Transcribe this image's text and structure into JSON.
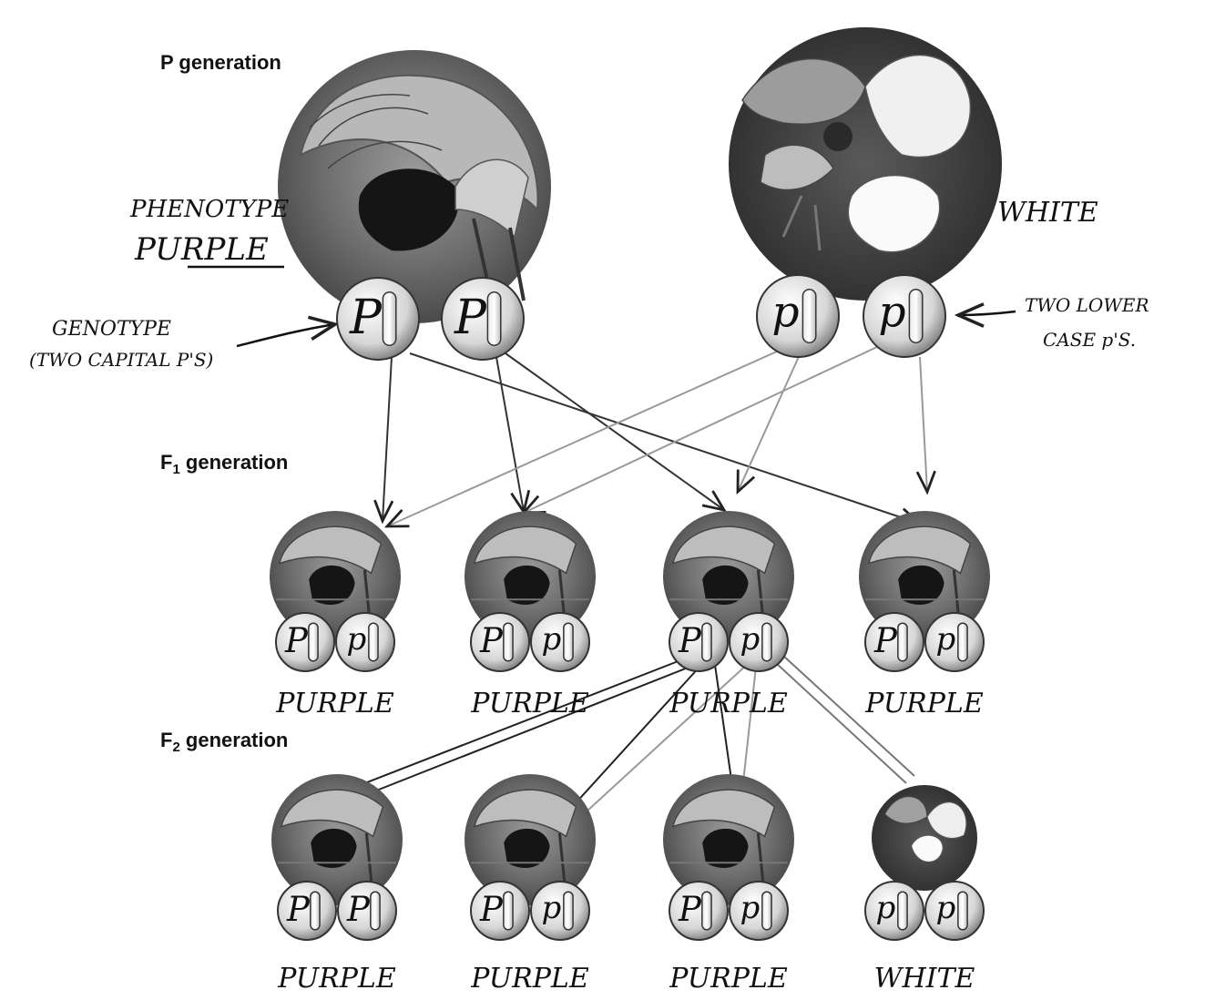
{
  "generations": {
    "p": "P generation",
    "f1": {
      "prefix": "F",
      "sub": "1",
      "suffix": " generation"
    },
    "f2": {
      "prefix": "F",
      "sub": "2",
      "suffix": " generation"
    }
  },
  "annotations": {
    "phenotype_line1": "PHENOTYPE",
    "phenotype_line2": "PURPLE",
    "white_parent": "WHITE",
    "genotype_line1": "GENOTYPE",
    "genotype_line2": "(TWO CAPITAL P'S)",
    "lower_line1": "TWO LOWER",
    "lower_line2": "CASE p'S."
  },
  "parents": {
    "purple": {
      "alleles": [
        "P",
        "P"
      ]
    },
    "white": {
      "alleles": [
        "p",
        "p"
      ]
    }
  },
  "f1": [
    {
      "alleles": [
        "P",
        "p"
      ],
      "label": "PURPLE"
    },
    {
      "alleles": [
        "P",
        "p"
      ],
      "label": "PURPLE"
    },
    {
      "alleles": [
        "P",
        "p"
      ],
      "label": "PURPLE"
    },
    {
      "alleles": [
        "P",
        "p"
      ],
      "label": "PURPLE"
    }
  ],
  "f2": [
    {
      "alleles": [
        "P",
        "P"
      ],
      "label": "PURPLE",
      "flower": "purple"
    },
    {
      "alleles": [
        "P",
        "p"
      ],
      "label": "PURPLE",
      "flower": "purple"
    },
    {
      "alleles": [
        "P",
        "p"
      ],
      "label": "PURPLE",
      "flower": "purple"
    },
    {
      "alleles": [
        "p",
        "p"
      ],
      "label": "WHITE",
      "flower": "white"
    }
  ],
  "colors": {
    "ink": "#111111",
    "flower_dark": "#1a1a1a",
    "flower_gray": "#8a8a8a",
    "white_petal": "#f2f2f2"
  }
}
